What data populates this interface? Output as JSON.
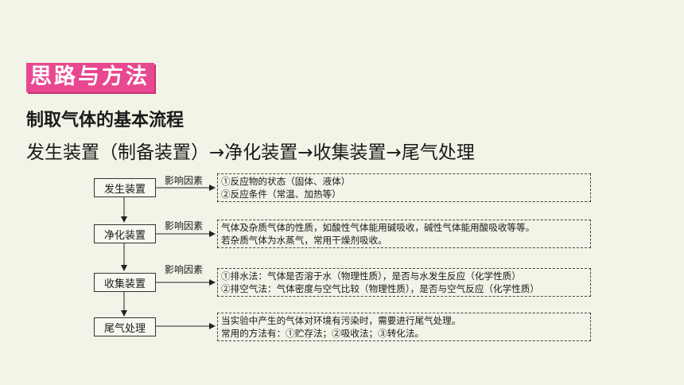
{
  "badge": "思路与方法",
  "heading": "制取气体的基本流程",
  "flow_text": "发生装置（制备装置）→净化装置→收集装置→尾气处理",
  "steps": [
    {
      "label": "发生装置",
      "factor": "影响因素",
      "lines": [
        "①反应物的状态（固体、液体）",
        "②反应条件（常温、加热等）"
      ]
    },
    {
      "label": "净化装置",
      "factor": "影响因素",
      "lines": [
        "气体及杂质气体的性质，如酸性气体能用碱吸收，碱性气体能用酸吸收等等。",
        "若杂质气体为水蒸气，常用干燥剂吸收。"
      ]
    },
    {
      "label": "收集装置",
      "factor": "影响因素",
      "lines": [
        "①排水法：气体是否溶于水（物理性质），是否与水发生反应（化学性质）",
        "②排空气法：气体密度与空气比较（物理性质），是否与空气反应（化学性质）"
      ]
    },
    {
      "label": "尾气处理",
      "lines": [
        "当实验中产生的气体对环境有污染时，需要进行尾气处理。",
        "常用的方法有：①贮存法；②吸收法；③转化法。"
      ]
    }
  ]
}
